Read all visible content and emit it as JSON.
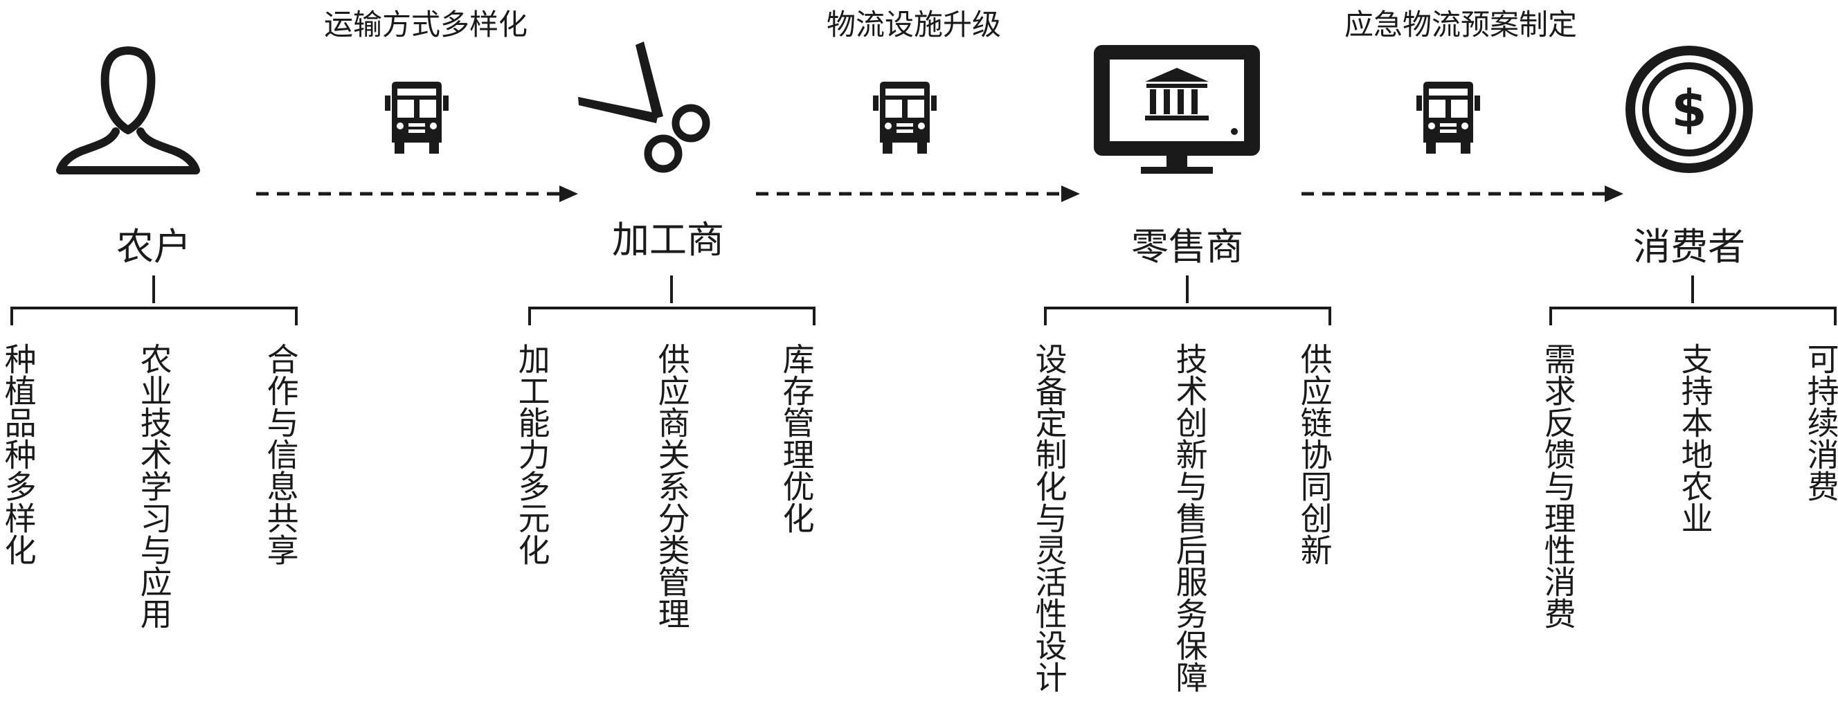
{
  "nodes": [
    {
      "label": "农户",
      "icon": "person-icon",
      "details": [
        "种植品种多样化",
        "农业技术学习与应用",
        "合作与信息共享"
      ]
    },
    {
      "label": "加工商",
      "icon": "scissors-icon",
      "details": [
        "加工能力多元化",
        "供应商关系分类管理",
        "库存管理优化"
      ]
    },
    {
      "label": "零售商",
      "icon": "bank-monitor-icon",
      "details": [
        "设备定制化与灵活性设计",
        "技术创新与售后服务保障",
        "供应链协同创新"
      ]
    },
    {
      "label": "消费者",
      "icon": "dollar-coin-icon",
      "details": [
        "需求反馈与理性消费",
        "支持本地农业",
        "可持续消费"
      ]
    }
  ],
  "links": [
    {
      "label": "运输方式多样化",
      "icon": "bus-icon"
    },
    {
      "label": "物流设施升级",
      "icon": "bus-icon"
    },
    {
      "label": "应急物流预案制定",
      "icon": "bus-icon"
    }
  ]
}
